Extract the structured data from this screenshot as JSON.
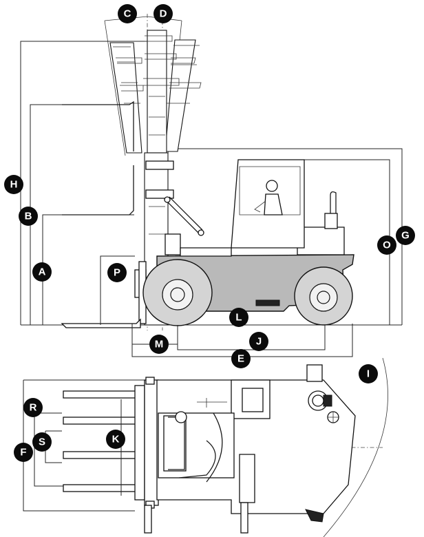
{
  "markers": [
    {
      "id": "marker-c",
      "letter": "C"
    },
    {
      "id": "marker-d",
      "letter": "D"
    },
    {
      "id": "marker-h",
      "letter": "H"
    },
    {
      "id": "marker-b",
      "letter": "B"
    },
    {
      "id": "marker-a",
      "letter": "A"
    },
    {
      "id": "marker-p",
      "letter": "P"
    },
    {
      "id": "marker-o",
      "letter": "O"
    },
    {
      "id": "marker-g",
      "letter": "G"
    },
    {
      "id": "marker-l",
      "letter": "L"
    },
    {
      "id": "marker-m",
      "letter": "M"
    },
    {
      "id": "marker-j",
      "letter": "J"
    },
    {
      "id": "marker-e",
      "letter": "E"
    },
    {
      "id": "marker-i",
      "letter": "I"
    },
    {
      "id": "marker-r",
      "letter": "R"
    },
    {
      "id": "marker-s",
      "letter": "S"
    },
    {
      "id": "marker-f",
      "letter": "F"
    },
    {
      "id": "marker-k",
      "letter": "K"
    }
  ],
  "colors": {
    "marker_fill": "#0b0b0b",
    "marker_text": "#ffffff",
    "body_shade": "#b9b9b9",
    "tyre_shade": "#d4d4d4",
    "line": "#1a1a1a"
  }
}
